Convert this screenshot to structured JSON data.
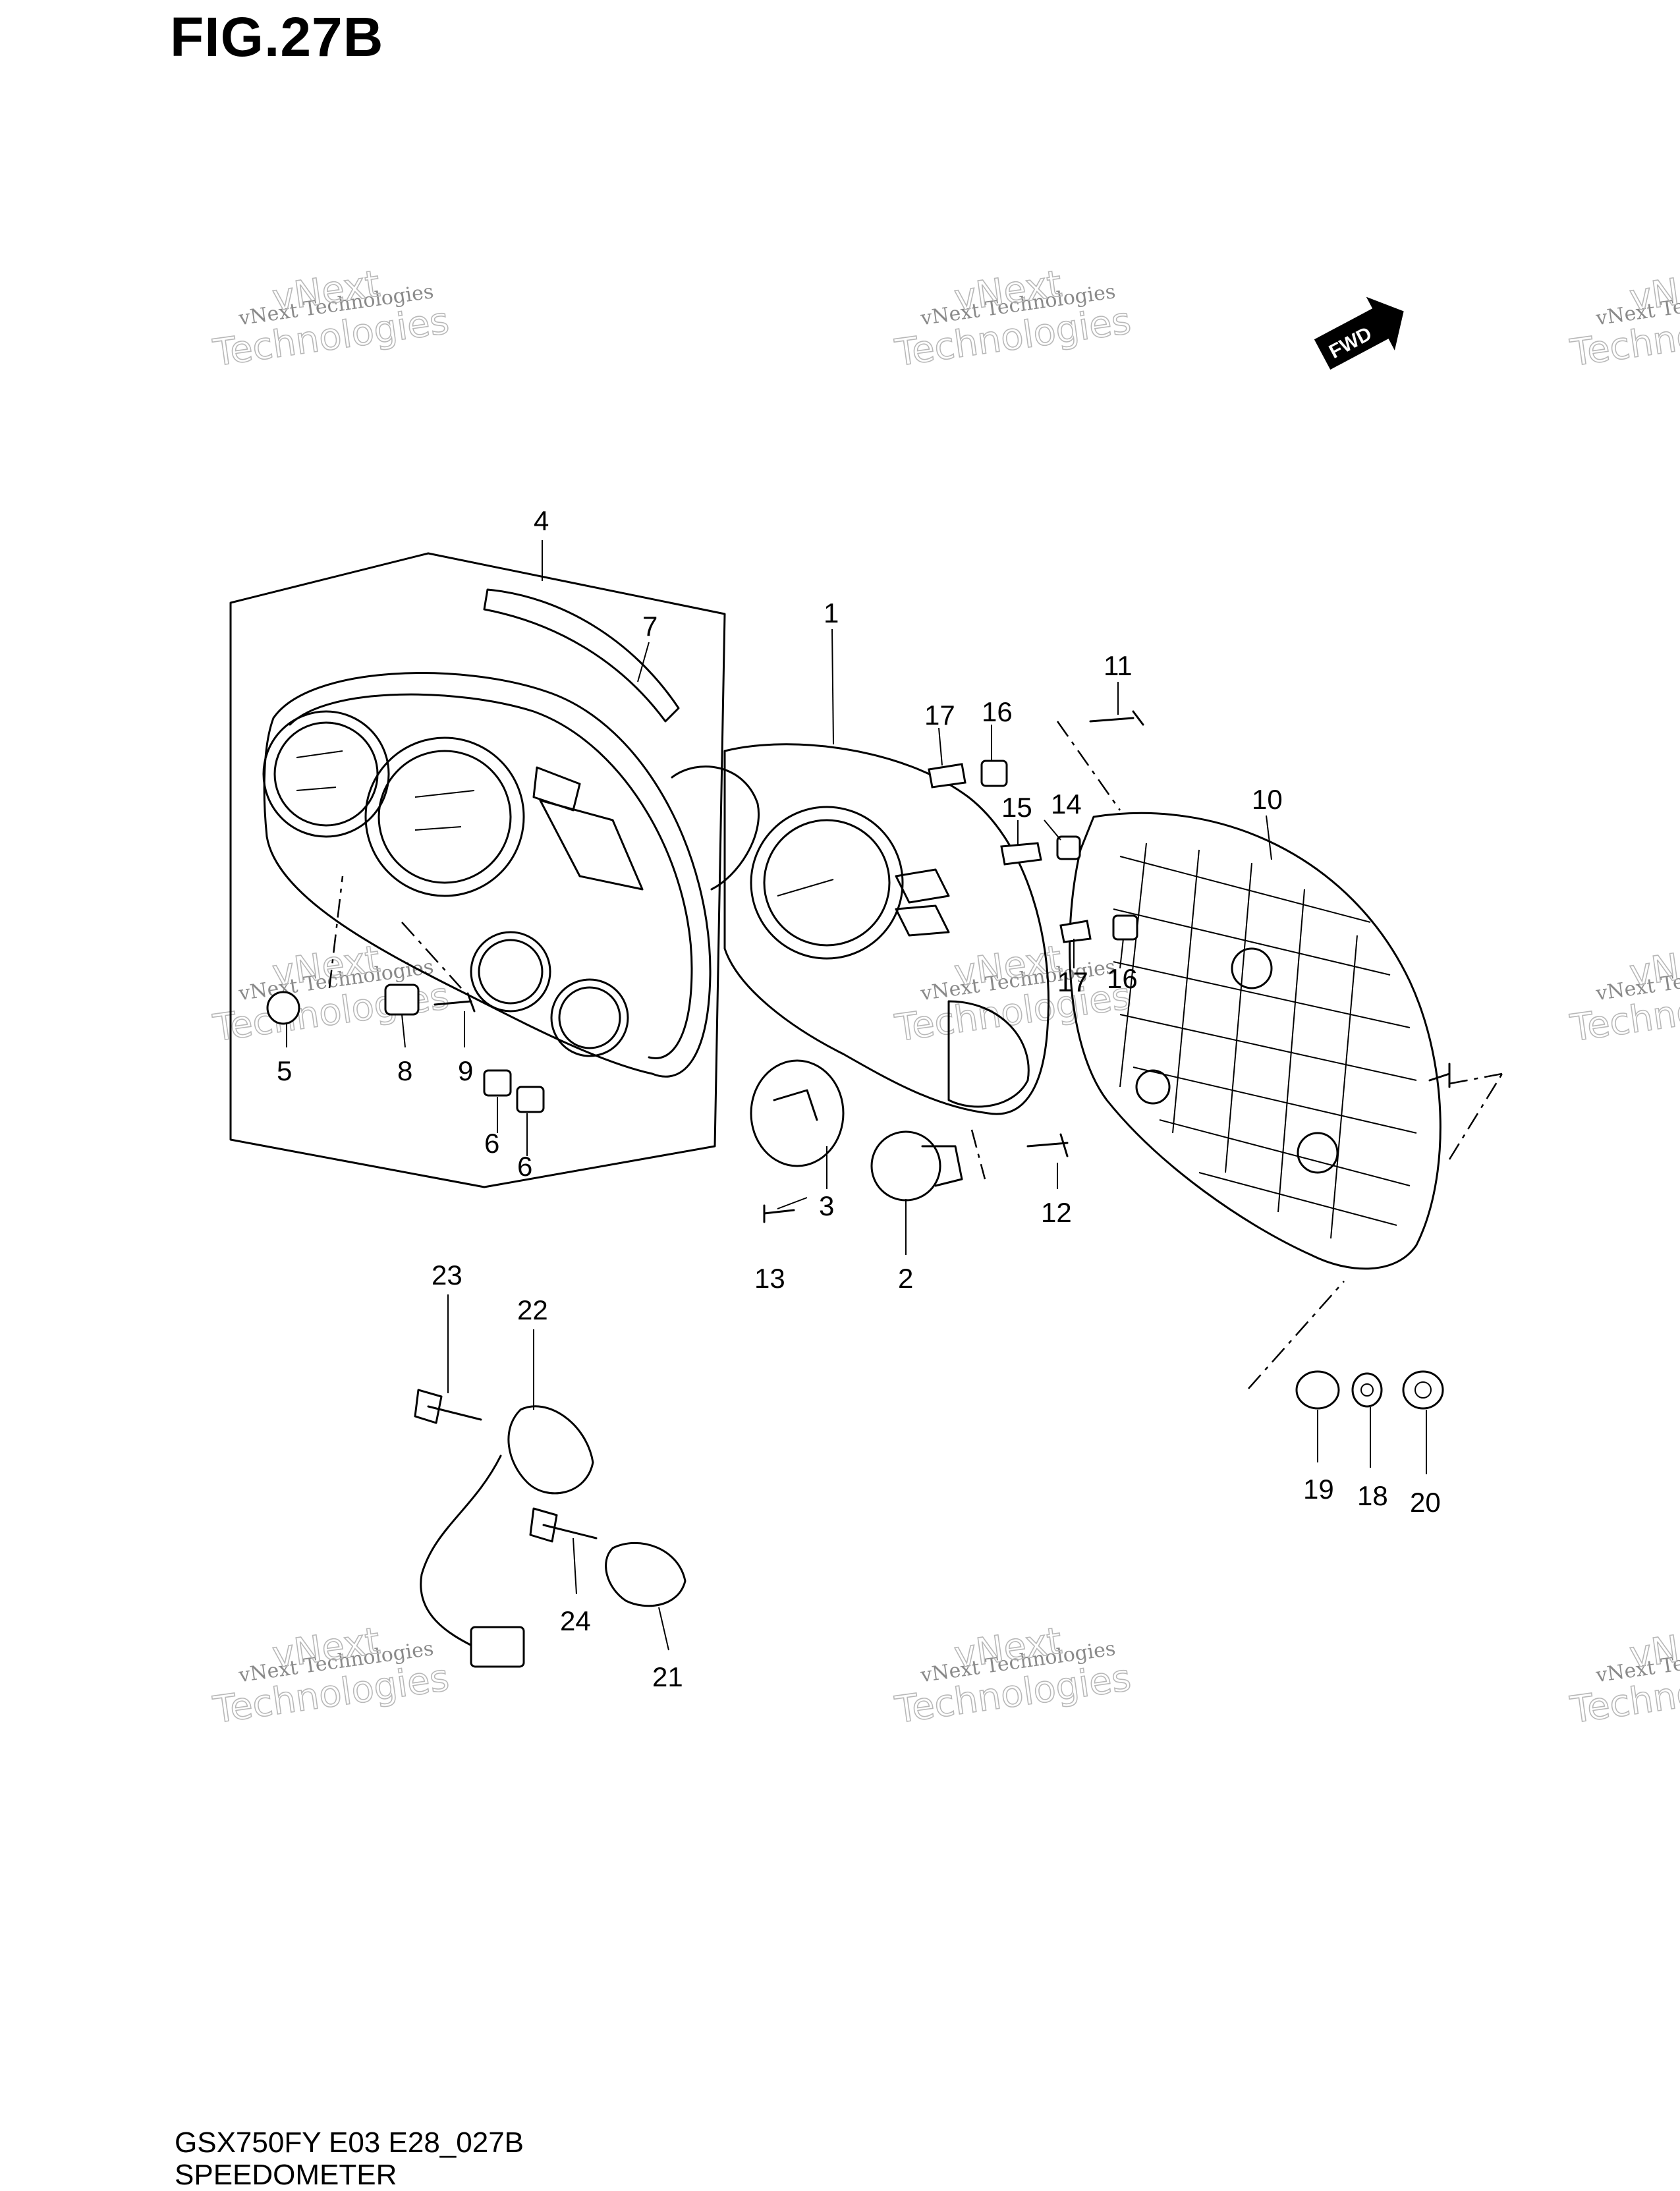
{
  "figure": {
    "title": "FIG.27B",
    "model_code": "GSX750FY E03 E28_027B",
    "section_name": "SPEEDOMETER",
    "fwd_label": "FWD"
  },
  "watermark": {
    "line1": "vNext Technologies",
    "line2": "vNext",
    "line3": "Technologies"
  },
  "callouts": [
    "1",
    "2",
    "3",
    "4",
    "5",
    "6",
    "6",
    "7",
    "8",
    "9",
    "10",
    "11",
    "12",
    "13",
    "14",
    "15",
    "16",
    "16",
    "17",
    "17",
    "18",
    "19",
    "20",
    "21",
    "22",
    "23",
    "24"
  ]
}
